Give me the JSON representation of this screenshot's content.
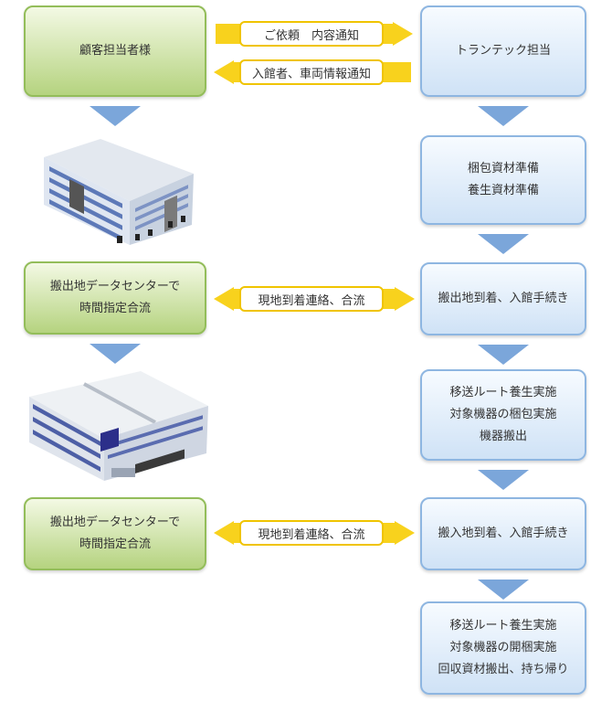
{
  "customer": {
    "label": "顧客担当者様"
  },
  "transtec": {
    "label": "トランテック担当"
  },
  "flows": {
    "request": "ご依頼　内容通知",
    "entry_notice": "入館者、車両情報通知",
    "contact1": "現地到着連絡、合流",
    "contact2": "現地到着連絡、合流"
  },
  "left": {
    "dc1": [
      "搬出地データセンターで",
      "時間指定合流"
    ],
    "dc2": [
      "搬出地データセンターで",
      "時間指定合流"
    ]
  },
  "right": {
    "prep": [
      "梱包資材準備",
      "養生資材準備"
    ],
    "arrive_out": "搬出地到着、入館手続き",
    "carry_out": [
      "移送ルート養生実施",
      "対象機器の梱包実施",
      "機器搬出"
    ],
    "arrive_in": "搬入地到着、入館手続き",
    "carry_in": [
      "移送ルート養生実施",
      "対象機器の開梱実施",
      "回収資材搬出、持ち帰り"
    ]
  },
  "colors": {
    "green": "#b5d37f",
    "blue": "#cfe2f6",
    "arrow_yellow": "#f8d21d",
    "arrow_blue": "#7ba6da"
  }
}
